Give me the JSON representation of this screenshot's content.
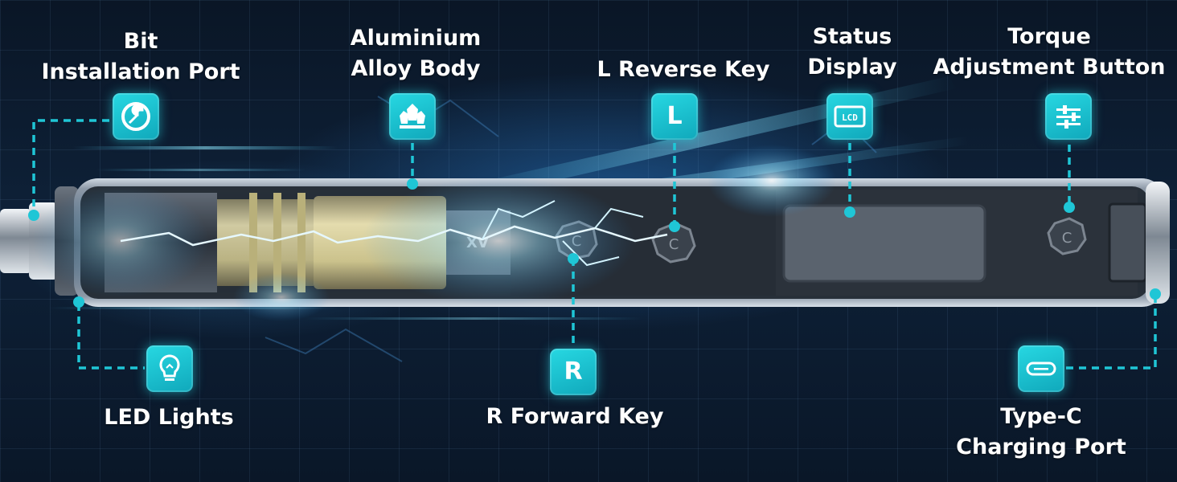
{
  "callouts": {
    "bit_port": [
      "Bit",
      "Installation Port"
    ],
    "body": [
      "Aluminium",
      "Alloy Body"
    ],
    "reverse_key": "L Reverse Key",
    "status_display": [
      "Status",
      "Display"
    ],
    "torque_button": [
      "Torque",
      "Adjustment Button"
    ],
    "led_lights": "LED Lights",
    "forward_key": "R Forward Key",
    "type_c": [
      "Type-C",
      "Charging Port"
    ]
  },
  "badges": {
    "reverse_letter": "L",
    "forward_letter": "R",
    "display_text": "LCD"
  },
  "device": {
    "engraving": "XV"
  },
  "icons": {
    "bit_port": "wrench-icon",
    "body": "crystal-icon",
    "status_display": "lcd-icon",
    "torque_button": "sliders-icon",
    "led_lights": "lightbulb-icon",
    "type_c": "usb-c-icon"
  },
  "colors": {
    "accent": "#1fc6d6",
    "background": "#0b1a2e",
    "text": "#ffffff"
  }
}
